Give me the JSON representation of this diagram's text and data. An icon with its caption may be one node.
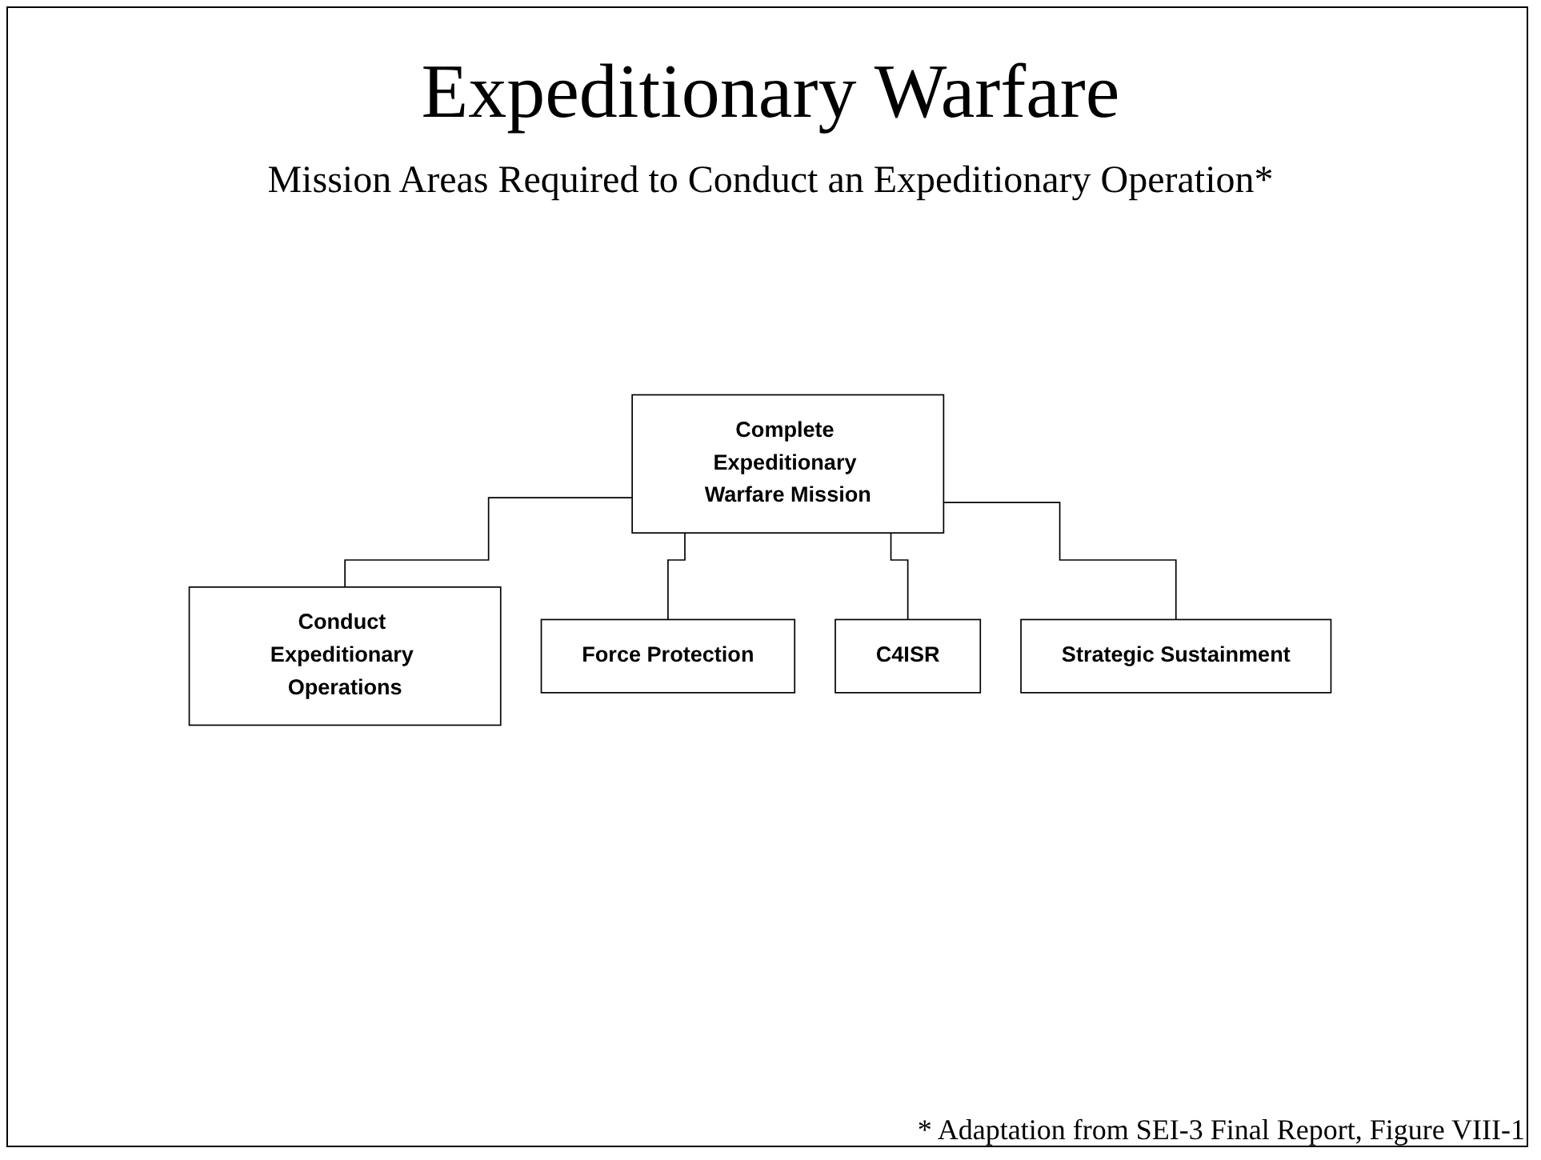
{
  "diagram": {
    "title": "Expeditionary Warfare",
    "nodes": [
      {
        "text": [
          "Complete Expeditionary Warfare Mission"
        ]
      },
      {
        "text": [
          "Conduct Expeditionary Operations"
        ]
      },
      {
        "text": [
          "Force Protection"
        ]
      },
      {
        "text": [
          "C4ISR"
        ]
      },
      {
        "text": [
          "Strategic Sustainment"
        ]
      }
    ],
    "edges": [
      {
        "from": 0,
        "to": 1,
        "arrow": "none"
      },
      {
        "from": 0,
        "to": 2,
        "arrow": "none"
      },
      {
        "from": 0,
        "to": 3,
        "arrow": "none"
      },
      {
        "from": 0,
        "to": 4,
        "arrow": "none"
      }
    ],
    "labels": [
      "Mission Areas Required to Conduct an Expeditionary Operation*",
      "* Adaptation from SEI-3 Final Report, Figure VIII-1"
    ]
  }
}
